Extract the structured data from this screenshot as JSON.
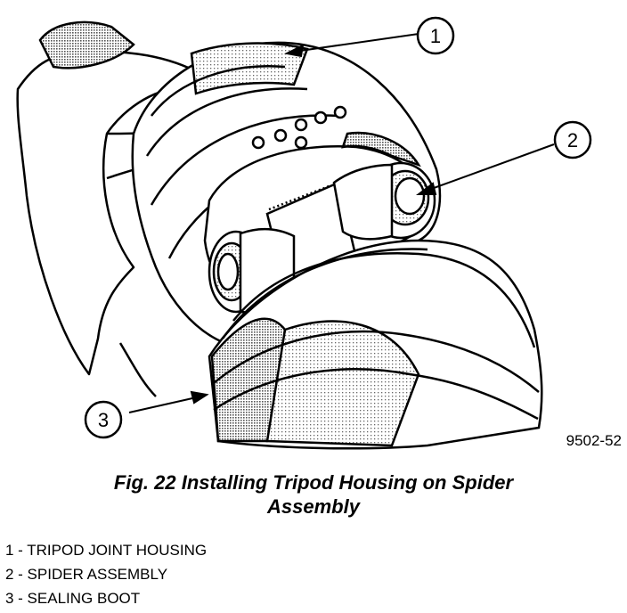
{
  "figure": {
    "callouts": [
      {
        "number": "1"
      },
      {
        "number": "2"
      },
      {
        "number": "3"
      }
    ],
    "code": "9502-52"
  },
  "caption": {
    "line1": "Fig. 22 Installing Tripod Housing on Spider",
    "line2": "Assembly"
  },
  "legend": [
    "1 - TRIPOD JOINT HOUSING",
    "2 - SPIDER ASSEMBLY",
    "3 - SEALING BOOT"
  ],
  "colors": {
    "ink": "#000000",
    "paper": "#ffffff",
    "shade": "#b8b8b8"
  }
}
